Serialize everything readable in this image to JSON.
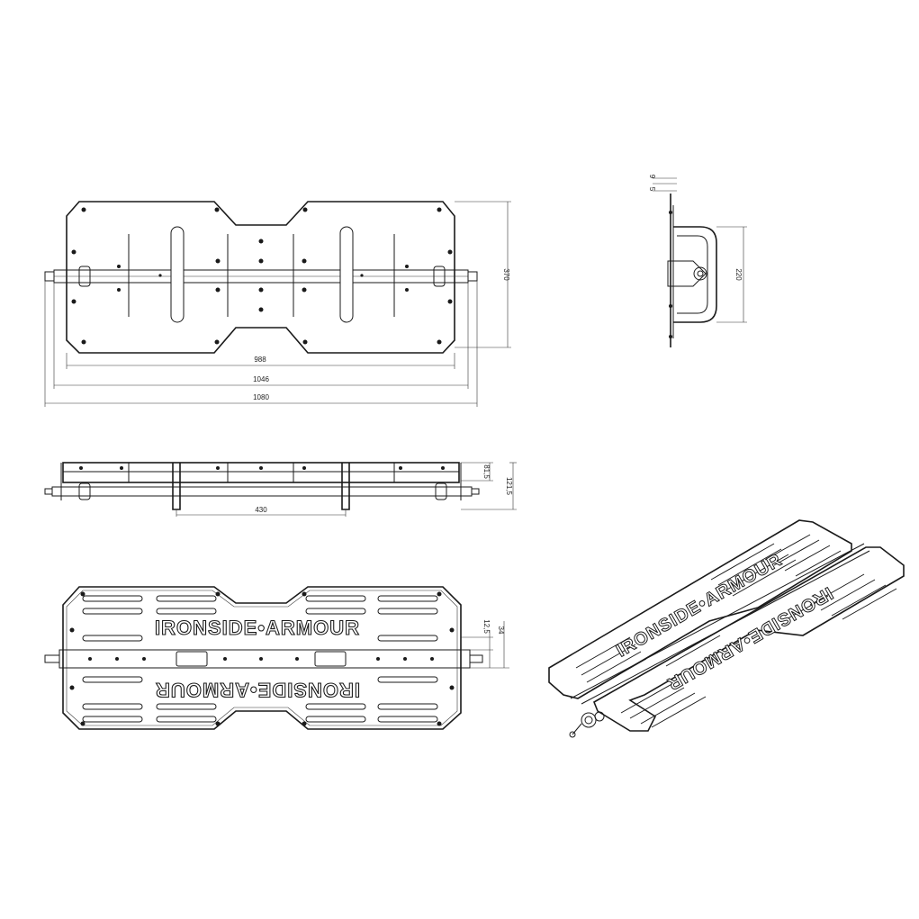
{
  "drawing": {
    "dimensions": {
      "top_inner_width": "988",
      "top_mid_width": "1046",
      "top_overall_width": "1080",
      "top_height": "370",
      "side_height_small": "81,5",
      "side_height_large": "121,5",
      "side_handle_spacing": "430",
      "end_small_a": "9",
      "end_small_b": "5",
      "end_handle_height": "220",
      "bottom_small_a": "12,5",
      "bottom_small_b": "34"
    },
    "brand": {
      "logo_text": "IRONSIDE•ARMOUR"
    }
  }
}
